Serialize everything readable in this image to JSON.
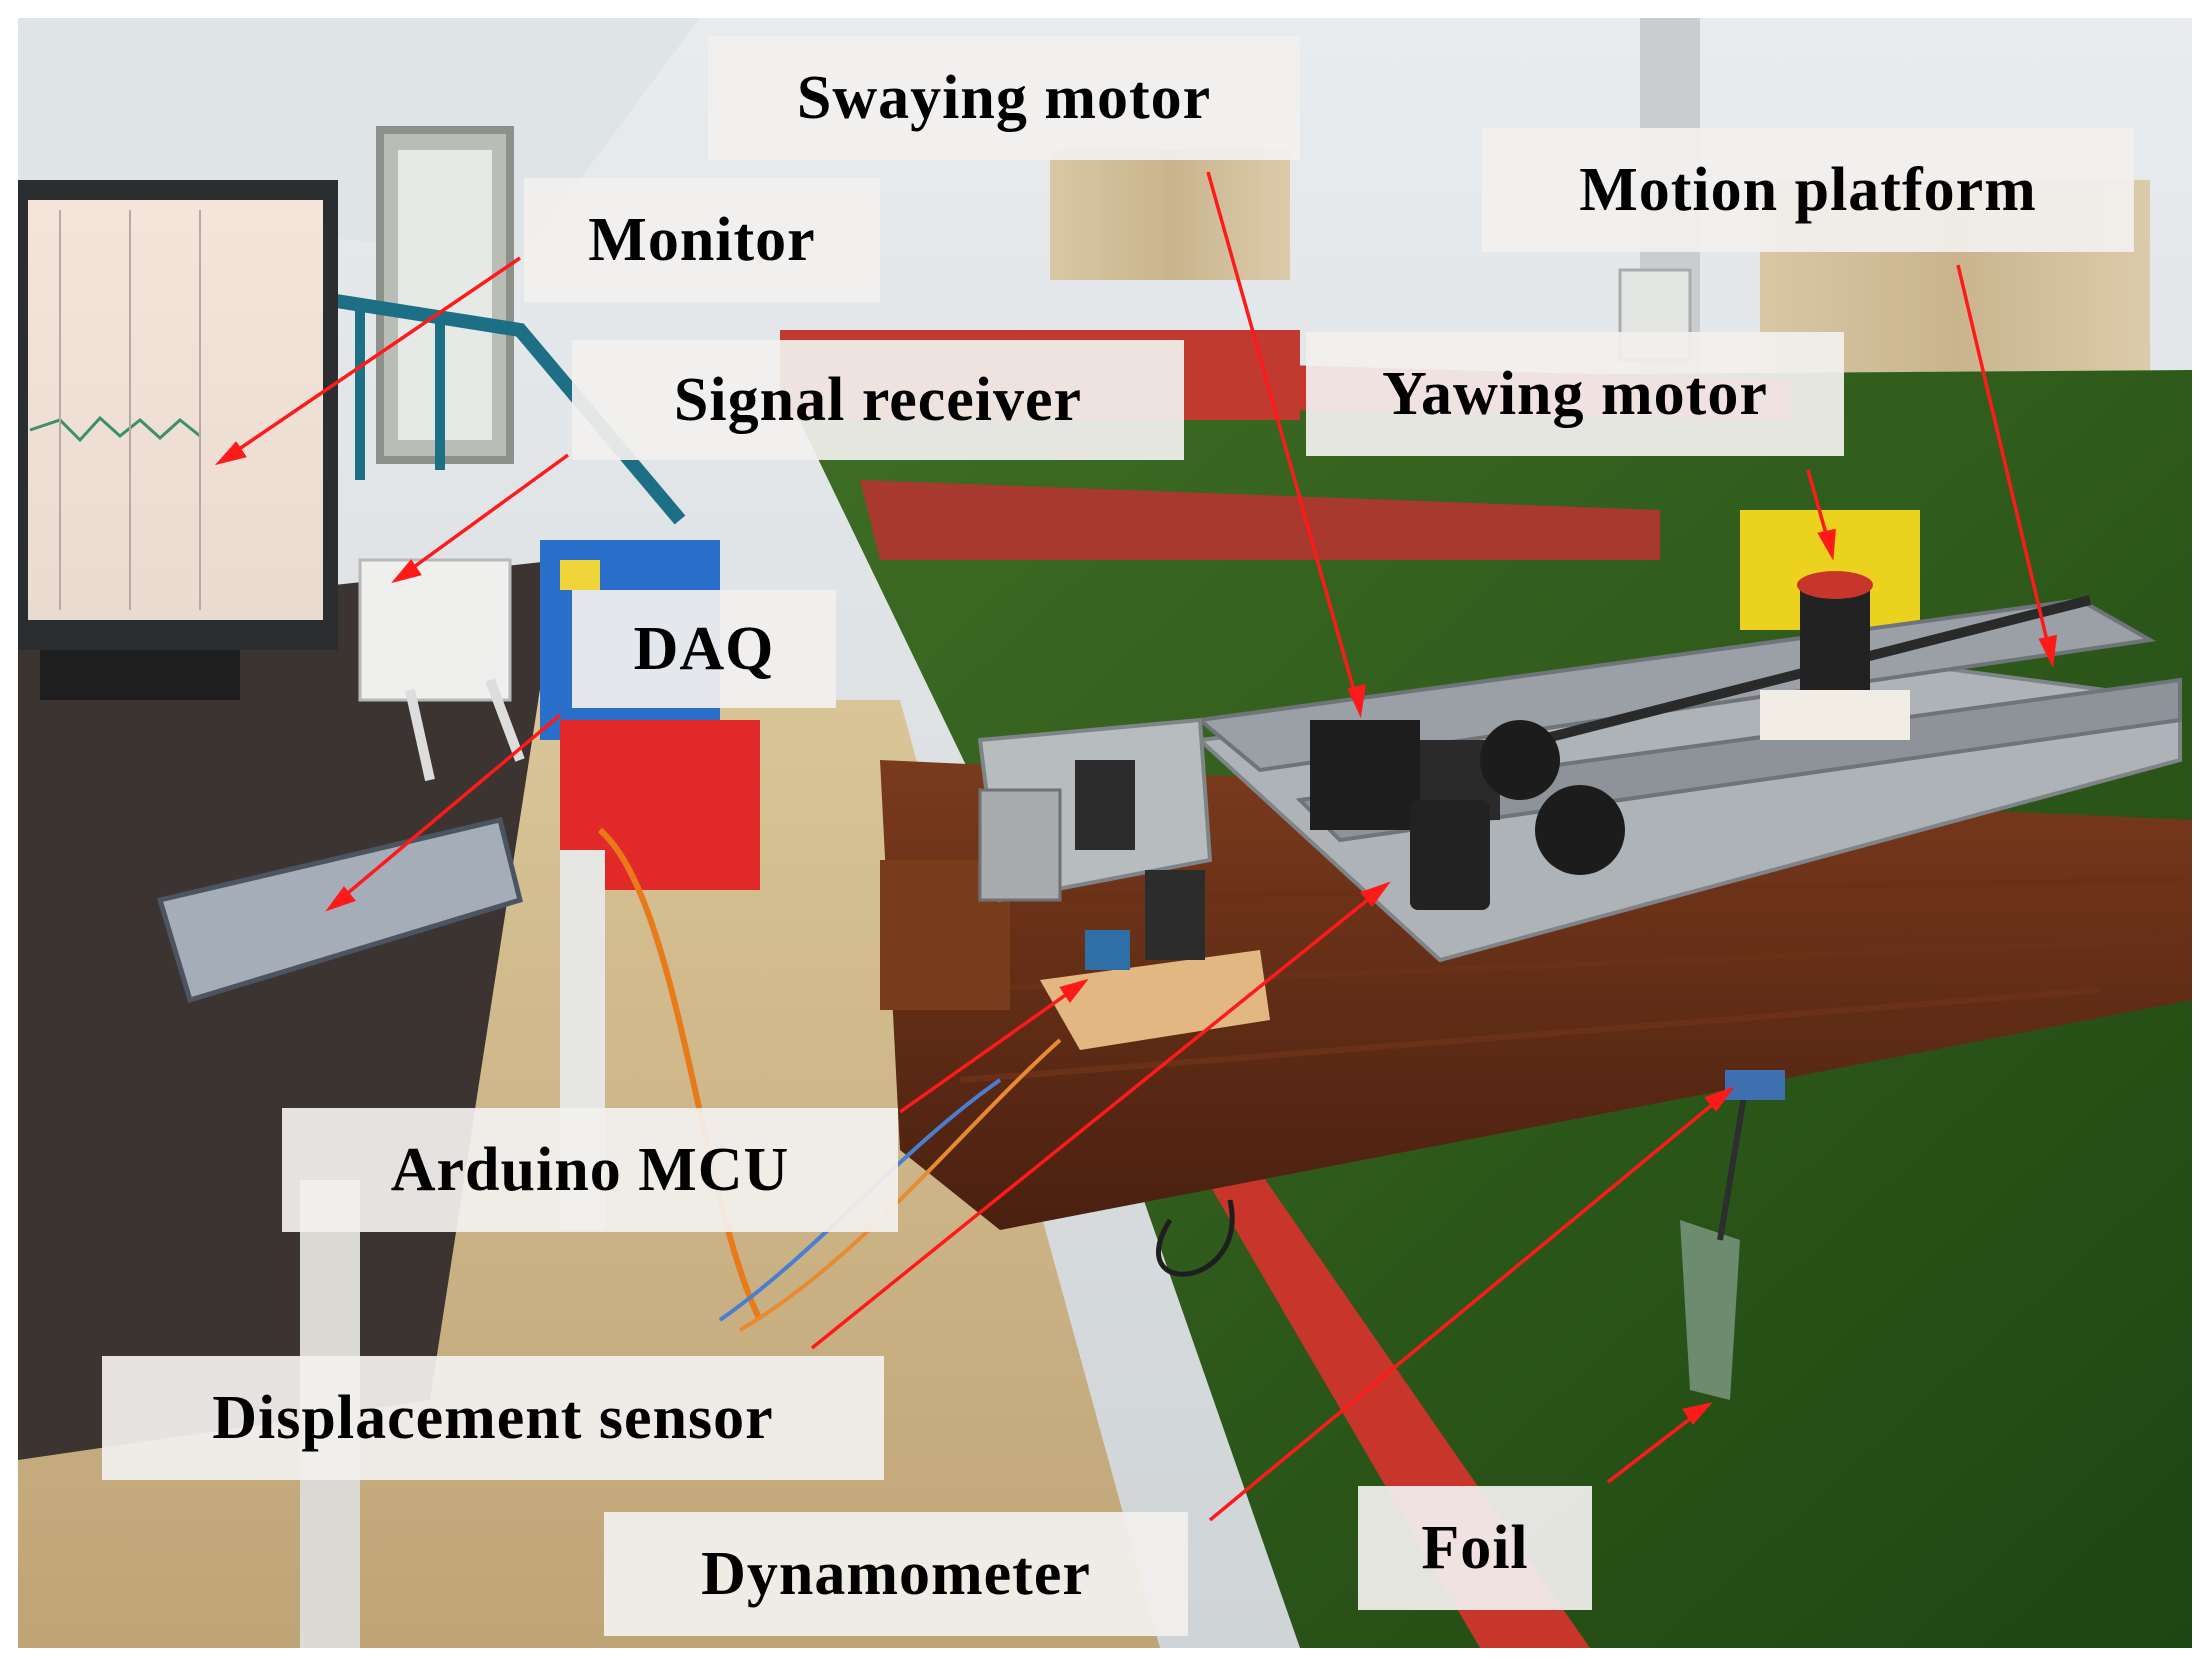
{
  "colors": {
    "arrow": "#ff1a1a",
    "label_bg": "#f2f0ee",
    "water": "#2e5a1c",
    "wood": "#5a2a14",
    "frame_red": "#c8352a",
    "aluminum": "#9aa0a6",
    "floor": "#cbb58a"
  },
  "labels": {
    "monitor": "Monitor",
    "signal_receiver": "Signal receiver",
    "daq": "DAQ",
    "swaying_motor": "Swaying motor",
    "motion_platform": "Motion platform",
    "yawing_motor": "Yawing motor",
    "arduino_mcu": "Arduino MCU",
    "displacement_sensor": "Displacement sensor",
    "dynamometer": "Dynamometer",
    "foil": "Foil"
  }
}
